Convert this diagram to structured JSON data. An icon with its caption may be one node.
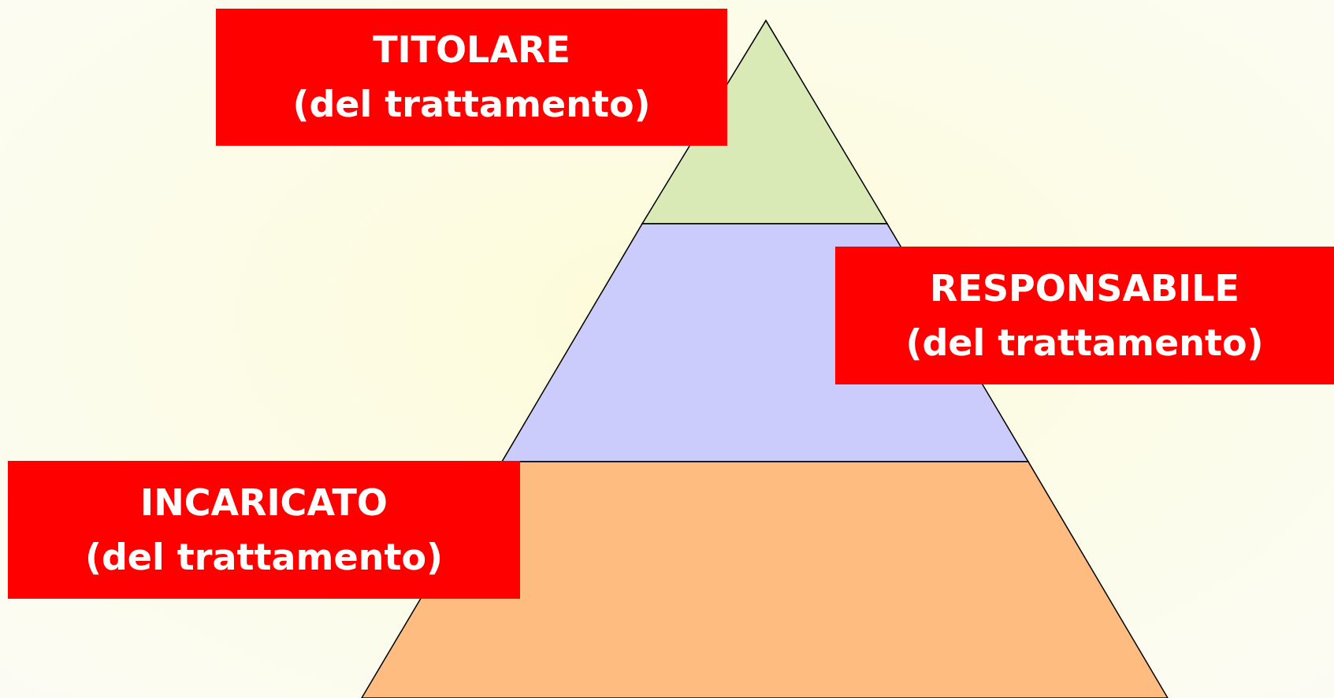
{
  "diagram": {
    "nodes": [
      {
        "text": [
          "TITOLARE",
          "(del trattamento)"
        ]
      },
      {
        "text": [
          "RESPONSABILE",
          "(del trattamento)"
        ]
      },
      {
        "text": [
          "INCARICATO",
          "(del trattamento)"
        ]
      }
    ]
  }
}
